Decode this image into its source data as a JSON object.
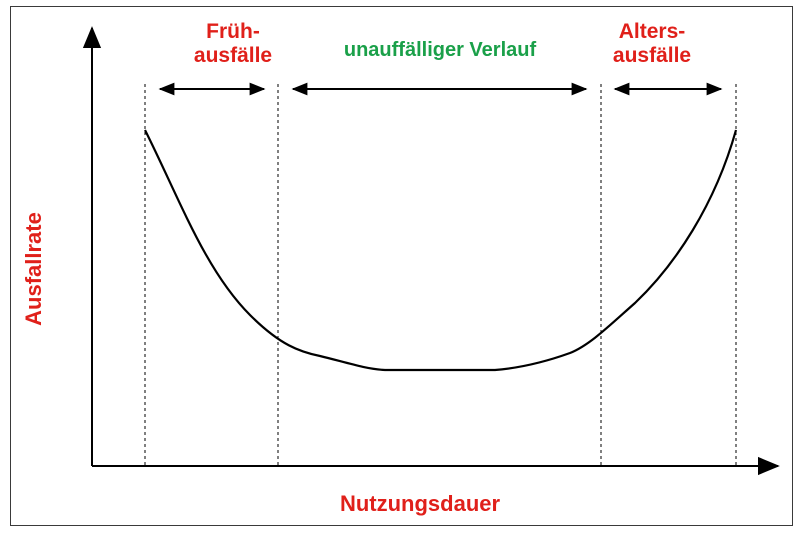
{
  "labels": {
    "early_failures_line1": "Früh-",
    "early_failures_line2": "ausfälle",
    "normal_phase": "unauffälliger Verlauf",
    "wearout_line1": "Alters-",
    "wearout_line2": "ausfälle",
    "x_axis": "Nutzungsdauer",
    "y_axis": "Ausfallrate"
  },
  "colors": {
    "label_red": "#e0201a",
    "label_green": "#1aa049",
    "curve": "#000000"
  }
}
